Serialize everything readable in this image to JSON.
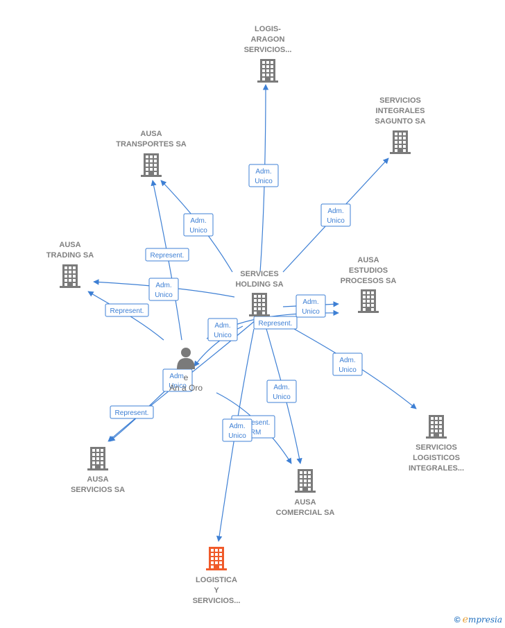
{
  "colors": {
    "edge": "#3d7fd4",
    "building": "#7a7a7a",
    "building_highlight": "#f05a2a",
    "person": "#7a7a7a"
  },
  "nodes": [
    {
      "id": "logis",
      "lines": [
        "LOGIS-",
        "ARAGON",
        "SERVICIOS..."
      ],
      "icon": "building-icon"
    },
    {
      "id": "saguntO",
      "lines": [
        "SERVICIOS",
        "INTEGRALES",
        "SAGUNTO SA"
      ],
      "icon": "building-icon"
    },
    {
      "id": "transportes",
      "lines": [
        "AUSA",
        "TRANSPORTES SA"
      ],
      "icon": "building-icon"
    },
    {
      "id": "trading",
      "lines": [
        "AUSA",
        "TRADING SA"
      ],
      "icon": "building-icon"
    },
    {
      "id": "holding",
      "lines": [
        "SERVICES",
        "HOLDING SA"
      ],
      "icon": "building-icon"
    },
    {
      "id": "estudios",
      "lines": [
        "AUSA",
        "ESTUDIOS",
        "PROCESOS SA"
      ],
      "icon": "building-icon"
    },
    {
      "id": "person",
      "lines": [
        "e",
        "An        a Oro"
      ],
      "icon": "person-icon"
    },
    {
      "id": "servicios",
      "lines": [
        "AUSA",
        "SERVICIOS SA"
      ],
      "icon": "building-icon"
    },
    {
      "id": "logisticos",
      "lines": [
        "SERVICIOS",
        "LOGISTICOS",
        "INTEGRALES..."
      ],
      "icon": "building-icon"
    },
    {
      "id": "comercial",
      "lines": [
        "AUSA",
        "COMERCIAL SA"
      ],
      "icon": "building-icon"
    },
    {
      "id": "logistica",
      "lines": [
        "LOGISTICA",
        "Y",
        "SERVICIOS..."
      ],
      "icon": "building-icon",
      "highlight": true
    }
  ],
  "edge_labels": [
    [
      "Adm.",
      "Unico"
    ],
    [
      "Adm.",
      "Unico"
    ],
    [
      "Adm.",
      "Unico"
    ],
    [
      "Represent."
    ],
    [
      "Adm.",
      "Unico"
    ],
    [
      "Represent."
    ],
    [
      "Adm.",
      "Unico"
    ],
    [
      "Represent."
    ],
    [
      "Adm.",
      "Unico"
    ],
    [
      "Adm.",
      "Unico"
    ],
    [
      "Adm.",
      "Unico"
    ],
    [
      "Represent."
    ],
    [
      "Represent.",
      "RRM"
    ],
    [
      "Adm.",
      "Unico"
    ]
  ],
  "brand": {
    "copyright": "©",
    "e": "e",
    "rest": "mpresia"
  }
}
